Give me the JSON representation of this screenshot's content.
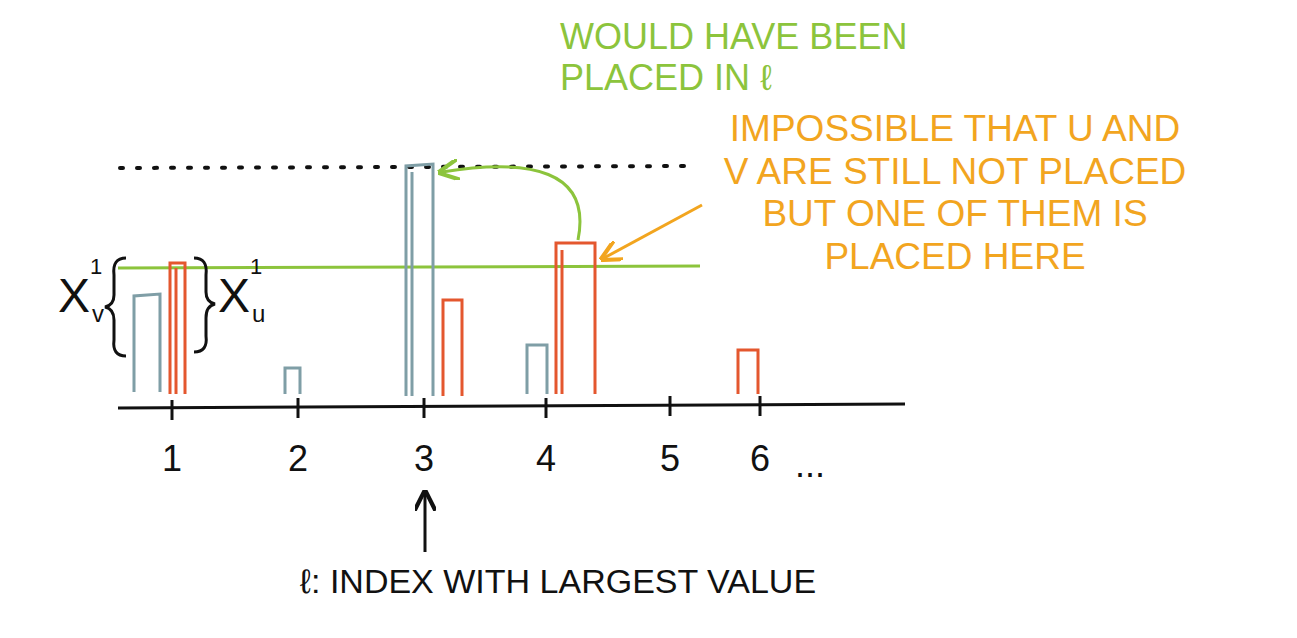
{
  "diagram": {
    "labels": [
      "WOULD HAVE BEEN PLACED IN ℓ",
      "IMPOSSIBLE THAT U AND V ARE STILL NOT PLACED BUT ONE OF THEM IS PLACED HERE",
      "X",
      "1",
      "v",
      "X",
      "1",
      "u",
      "1",
      "2",
      "3",
      "4",
      "5",
      "6",
      "...",
      "ℓ: INDEX WITH LARGEST VALUE"
    ]
  }
}
